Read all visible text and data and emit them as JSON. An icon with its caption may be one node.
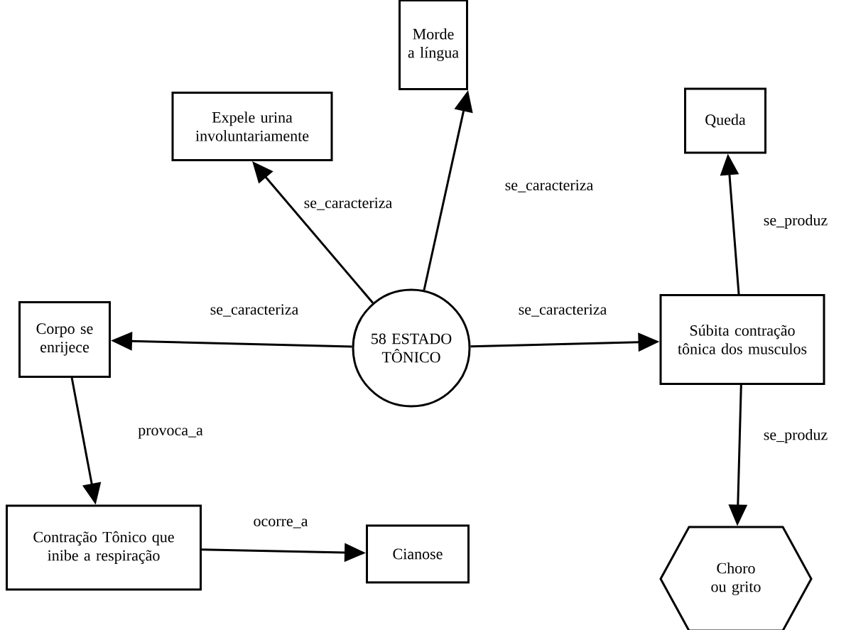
{
  "diagram": {
    "nodes": [
      {
        "text": [
          "58 ESTADO TÔNICO"
        ]
      },
      {
        "text": [
          "Morde a língua"
        ]
      },
      {
        "text": [
          "Expele urina involuntariamente"
        ]
      },
      {
        "text": [
          "Queda"
        ]
      },
      {
        "text": [
          "Corpo se enrijece"
        ]
      },
      {
        "text": [
          "Súbita contração tônica dos musculos"
        ]
      },
      {
        "text": [
          "Contração Tônico que inibe a respiração"
        ]
      },
      {
        "text": [
          "Cianose"
        ]
      },
      {
        "text": [
          "Choro ou grito"
        ]
      }
    ],
    "edges": [
      {
        "from": 0,
        "to": 2,
        "arrow": "to",
        "label": "se_caracteriza"
      },
      {
        "from": 0,
        "to": 1,
        "arrow": "to",
        "label": "se_caracteriza"
      },
      {
        "from": 0,
        "to": 4,
        "arrow": "to",
        "label": "se_caracteriza"
      },
      {
        "from": 0,
        "to": 5,
        "arrow": "to",
        "label": "se_caracteriza"
      },
      {
        "from": 5,
        "to": 3,
        "arrow": "to",
        "label": "se_produz"
      },
      {
        "from": 5,
        "to": 8,
        "arrow": "to",
        "label": "se_produz"
      },
      {
        "from": 4,
        "to": 6,
        "arrow": "to",
        "label": "provoca_a"
      },
      {
        "from": 6,
        "to": 7,
        "arrow": "to",
        "label": "ocorre_a"
      }
    ]
  }
}
